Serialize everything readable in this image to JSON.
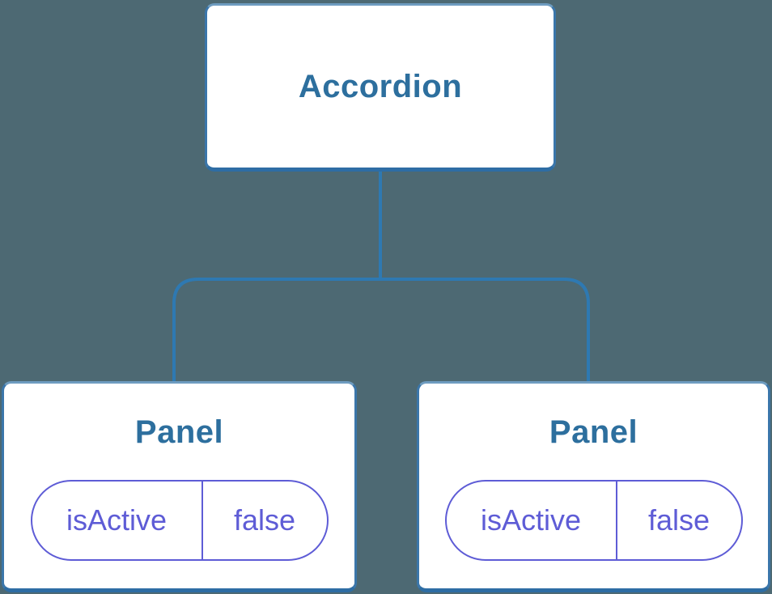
{
  "diagram": {
    "description": "Component tree: Accordion root with two Panel children, each holding isActive=false state",
    "root": {
      "label": "Accordion"
    },
    "children": [
      {
        "label": "Panel",
        "state": {
          "key": "isActive",
          "value": "false"
        }
      },
      {
        "label": "Panel",
        "state": {
          "key": "isActive",
          "value": "false"
        }
      }
    ],
    "colors": {
      "background": "#4d6973",
      "node_background": "#ffffff",
      "node_border": "#3b76aa",
      "node_border_bottom": "#2e6da4",
      "node_title_text": "#2d6f9e",
      "connector_line": "#2e79b2",
      "state_pill_accent": "#5e5cd6"
    }
  }
}
